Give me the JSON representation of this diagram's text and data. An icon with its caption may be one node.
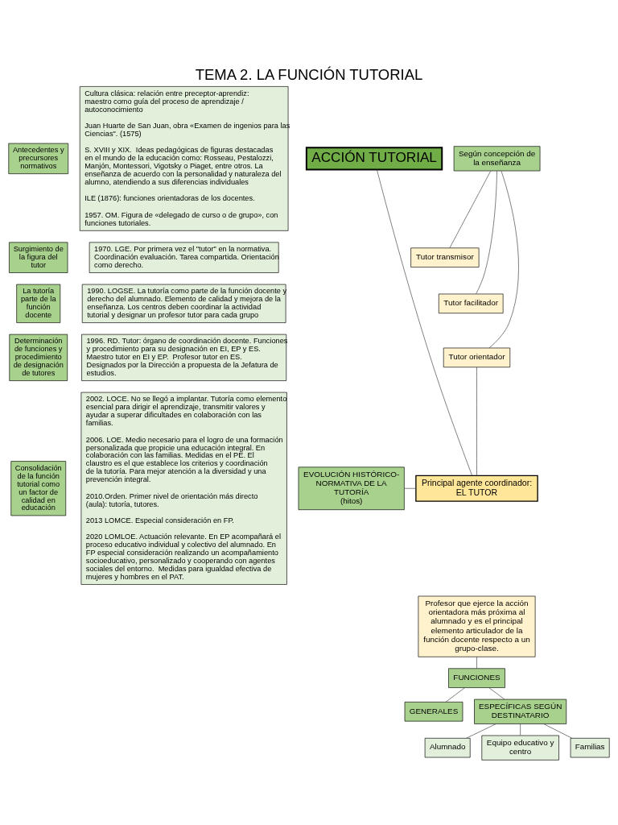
{
  "diagram": {
    "title": "TEMA 2. LA FUNCIÓN TUTORIAL",
    "nodes": [
      {
        "text": [
          "ACCIÓN TUTORIAL"
        ]
      },
      {
        "text": [
          "Según concepción de la enseñanza"
        ]
      },
      {
        "text": [
          "Tutor transmisor"
        ]
      },
      {
        "text": [
          "Tutor facilitador"
        ]
      },
      {
        "text": [
          "Tutor orientador"
        ]
      },
      {
        "text": [
          "EVOLUCIÓN HISTÓRICO-NORMATIVA DE LA TUTORÍA",
          "(hitos)"
        ]
      },
      {
        "text": [
          "Principal agente coordinador:",
          "EL TUTOR"
        ]
      },
      {
        "text": [
          "Profesor que ejerce la acción orientadora más próxima al alumnado y es el principal elemento articulador de la función docente respecto a un grupo-clase."
        ]
      },
      {
        "text": [
          "FUNCIONES"
        ]
      },
      {
        "text": [
          "GENERALES"
        ]
      },
      {
        "text": [
          "ESPECÍFICAS SEGÚN DESTINATARIO"
        ]
      },
      {
        "text": [
          "Alumnado"
        ]
      },
      {
        "text": [
          "Equipo educativo y centro"
        ]
      },
      {
        "text": [
          "Familias"
        ]
      },
      {
        "text": [
          "Antecedentes y precursores normativos"
        ]
      },
      {
        "text": [
          "Cultura clásica: relación entre preceptor-aprendiz: maestro como guía del proceso de aprendizaje / autoconocimiento",
          "Juan Huarte de San Juan, obra «Examen de ingenios para las Ciencias\". (1575)",
          "S. XVIII y XIX.  Ideas pedagógicas de figuras destacadas en el mundo de la educación como: Rosseau, Pestalozzi, Manjón, Montessori, Vigotsky o Piaget, entre otros. La enseñanza de acuerdo con la personalidad y naturaleza del alumno, atendiendo a sus diferencias individuales",
          "ILE (1876): funciones orientadoras de los docentes.",
          "1957. OM. Figura de «delegado de curso o de grupo», con funciones tutoriales."
        ]
      },
      {
        "text": [
          "Surgimiento de la figura del tutor"
        ]
      },
      {
        "text": [
          "1970. LGE. Por primera vez el \"tutor\" en la normativa. Coordinación evaluación. Tarea compartida. Orientación como derecho."
        ]
      },
      {
        "text": [
          "La tutoría parte de la función docente"
        ]
      },
      {
        "text": [
          "1990. LOGSE. La tutoría como parte de la función docente y derecho del alumnado. Elemento de calidad y mejora de la enseñanza. Los centros deben coordinar la actividad tutorial y designar un profesor tutor para cada grupo"
        ]
      },
      {
        "text": [
          "Determinación de funciones y procedimiento de designación de tutores"
        ]
      },
      {
        "text": [
          "1996. RD. Tutor: órgano de coordinación docente. Funciones y procedimiento para su designación en EI, EP y ES.  Maestro tutor en EI y EP.  Profesor tutor en ES. Designados por la Dirección a propuesta de la Jefatura de estudios."
        ]
      },
      {
        "text": [
          "Consolidación de la función tutorial como un factor de calidad en educación"
        ]
      },
      {
        "text": [
          "2002. LOCE. No se llegó a implantar. Tutoría como elemento esencial para dirigir el aprendizaje, transmitir valores y ayudar a superar dificultades en colaboración con las familias.",
          "2006. LOE. Medio necesario para el logro de una formación personalizada que propicie una educación integral. En colaboración con las familias. Medidas en el PE. El claustro es el que establece los criterios y coordinación de la tutoría. Para mejor atención a la diversidad y una prevención integral.",
          "2010.Orden. Primer nivel de orientación más directo (aula): tutoría, tutores.",
          "2013 LOMCE. Especial consideración en FP.",
          "2020 LOMLOE. Actuación relevante. En EP acompañará el proceso educativo individual y colectivo del alumnado. En FP especial consideración realizando un acompañamiento socioeducativo, personalizado y cooperando con agentes sociales del entorno.  Medidas para igualdad efectiva de mujeres y hombres en el PAT."
        ]
      }
    ],
    "edges": [
      {
        "from": 0,
        "to": 6,
        "arrow": "none"
      },
      {
        "from": 1,
        "to": 2,
        "arrow": "none"
      },
      {
        "from": 1,
        "to": 3,
        "arrow": "none"
      },
      {
        "from": 1,
        "to": 4,
        "arrow": "none"
      },
      {
        "from": 5,
        "to": 6,
        "arrow": "none"
      },
      {
        "from": 4,
        "to": 6,
        "arrow": "none"
      },
      {
        "from": 7,
        "to": 8,
        "arrow": "none"
      },
      {
        "from": 8,
        "to": 9,
        "arrow": "none"
      },
      {
        "from": 8,
        "to": 10,
        "arrow": "none"
      },
      {
        "from": 10,
        "to": 11,
        "arrow": "none"
      },
      {
        "from": 10,
        "to": 13,
        "arrow": "none"
      },
      {
        "from": 10,
        "to": 12,
        "arrow": "none"
      }
    ]
  }
}
